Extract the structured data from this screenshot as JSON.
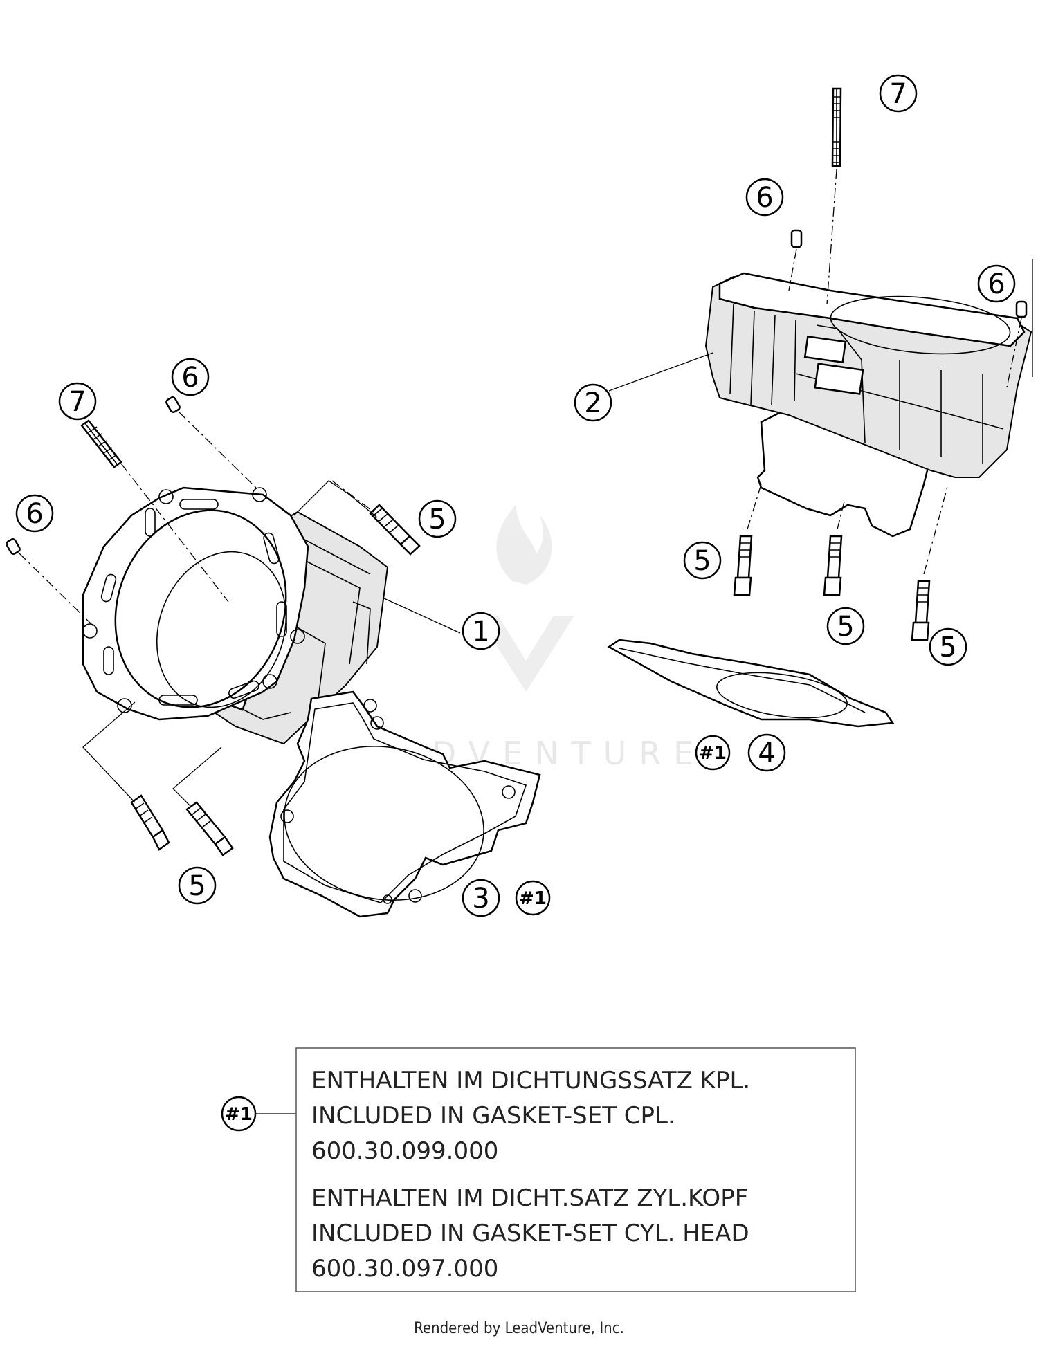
{
  "callouts": {
    "p1": "1",
    "p2": "2",
    "p3": "3",
    "p4": "4",
    "p5": "5",
    "p6": "6",
    "p7": "7",
    "ref": "#1"
  },
  "watermark": "LEADVENTURE",
  "note": {
    "ref": "#1",
    "lines": [
      "ENTHALTEN IM DICHTUNGSSATZ KPL.",
      "INCLUDED IN GASKET-SET CPL.",
      "600.30.099.000",
      "ENTHALTEN IM DICHT.SATZ ZYL.KOPF",
      "INCLUDED IN GASKET-SET CYL. HEAD",
      "600.30.097.000"
    ]
  },
  "footer": "Rendered by LeadVenture, Inc.",
  "colors": {
    "line": "#000000",
    "watermark": "#e8e8e8",
    "background": "#ffffff"
  }
}
